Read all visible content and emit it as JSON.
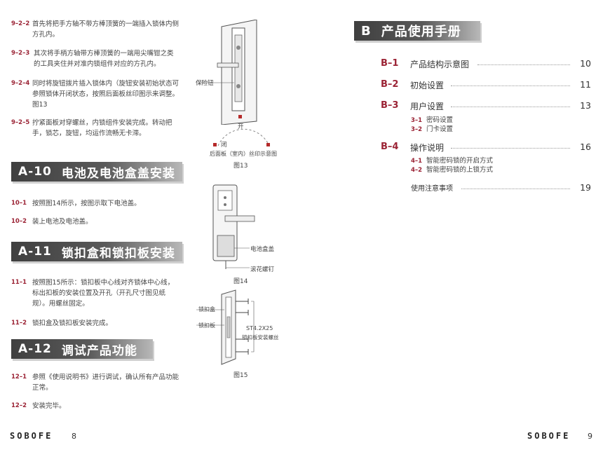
{
  "left": {
    "steps_top": [
      {
        "num": "9–2–2",
        "text": "首先将把手方轴不带方棒顶簧的一端插入锁体内侧方孔内。"
      },
      {
        "num": "9–2–3",
        "text": "其次将手柄方轴带方棒顶簧的一端用尖嘴钳之类的工具夹住并对准内锁组件对应的方孔内。"
      },
      {
        "num": "9–2–4",
        "text": "同时将旋钮拨片插入锁体内（旋钮安装初始状态可参照锁体开闭状态，按照后面板丝印图示来调整。图13"
      },
      {
        "num": "9–2–5",
        "text": "拧紧面板对穿螺丝，内锁组件安装完成。转动把手，锁芯，旋钮，均运作流畅无卡滞。"
      }
    ],
    "sections": [
      {
        "code": "A-10",
        "title": "电池及电池盒盖安装",
        "steps": [
          {
            "num": "10–1",
            "text": "按照图14所示，按图示取下电池盖。"
          },
          {
            "num": "10–2",
            "text": "装上电池及电池盖。"
          }
        ]
      },
      {
        "code": "A-11",
        "title": "锁扣盒和锁扣板安装",
        "steps": [
          {
            "num": "11–1",
            "text": "按照图15所示：锁扣板中心线对齐锁体中心线，标出扣板的安装位置及开孔（开孔尺寸图见纸规）。用螺丝固定。"
          },
          {
            "num": "11–2",
            "text": "锁扣盒及锁扣板安装完成。"
          }
        ]
      },
      {
        "code": "A-12",
        "title": "调试产品功能",
        "steps": [
          {
            "num": "12–1",
            "text": "参照《使用说明书》进行调试，确认所有产品功能正常。"
          },
          {
            "num": "12–2",
            "text": "安装完毕。"
          }
        ]
      }
    ],
    "fig13": {
      "label_knob": "保险钮",
      "label_open": "开",
      "label_close": "闭",
      "label_caption_sub": "后面板（室内）丝印示意图",
      "caption": "图13"
    },
    "fig14": {
      "label_battery_cover": "电池盒盖",
      "label_screw": "滚花螺钉",
      "caption": "图14"
    },
    "fig15": {
      "label_box": "锁扣盒",
      "label_plate": "锁扣板",
      "label_screw_spec": "ST4.2X25",
      "label_screw_name": "锁扣板安装螺丝",
      "caption": "图15"
    },
    "brand": "SOBOFE",
    "page": "8"
  },
  "right": {
    "banner": {
      "code": "B",
      "title": "产品使用手册"
    },
    "toc": [
      {
        "code": "B–1",
        "label": "产品结构示意图",
        "page": "10"
      },
      {
        "code": "B–2",
        "label": "初始设置",
        "page": "11"
      },
      {
        "code": "B–3",
        "label": "用户设置",
        "page": "13",
        "subs": [
          {
            "code": "3–1",
            "label": "密码设置"
          },
          {
            "code": "3–2",
            "label": "门卡设置"
          }
        ]
      },
      {
        "code": "B–4",
        "label": "操作说明",
        "page": "16",
        "subs": [
          {
            "code": "4–1",
            "label": "智能密码锁的开启方式"
          },
          {
            "code": "4–2",
            "label": "智能密码锁的上锁方式"
          }
        ]
      }
    ],
    "notice": {
      "label": "使用注意事项",
      "page": "19"
    },
    "brand": "SOBOFE",
    "page": "9"
  },
  "colors": {
    "accent": "#9b2335",
    "banner_dark": "#3f3f3f"
  }
}
